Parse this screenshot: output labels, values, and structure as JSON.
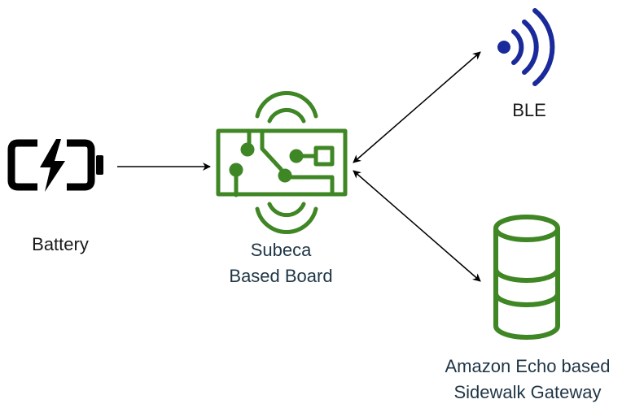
{
  "nodes": {
    "battery": {
      "label": "Battery",
      "icon": "battery-charging-icon",
      "color": "#000000"
    },
    "ble": {
      "label": "BLE",
      "icon": "wireless-signal-icon",
      "color": "#1a2a9a"
    },
    "board": {
      "label_lines": [
        "Subeca",
        "Based Board"
      ],
      "icon": "circuit-board-icon",
      "color": "#3f8624"
    },
    "gateway": {
      "label_lines": [
        "Amazon Echo based",
        "Sidewalk Gateway"
      ],
      "icon": "gateway-cylinder-icon",
      "color": "#3f8624"
    }
  },
  "edges": [
    {
      "from": "battery",
      "to": "board",
      "direction": "one-way"
    },
    {
      "from": "board",
      "to": "ble",
      "direction": "bidirectional"
    },
    {
      "from": "board",
      "to": "gateway",
      "direction": "bidirectional"
    }
  ]
}
